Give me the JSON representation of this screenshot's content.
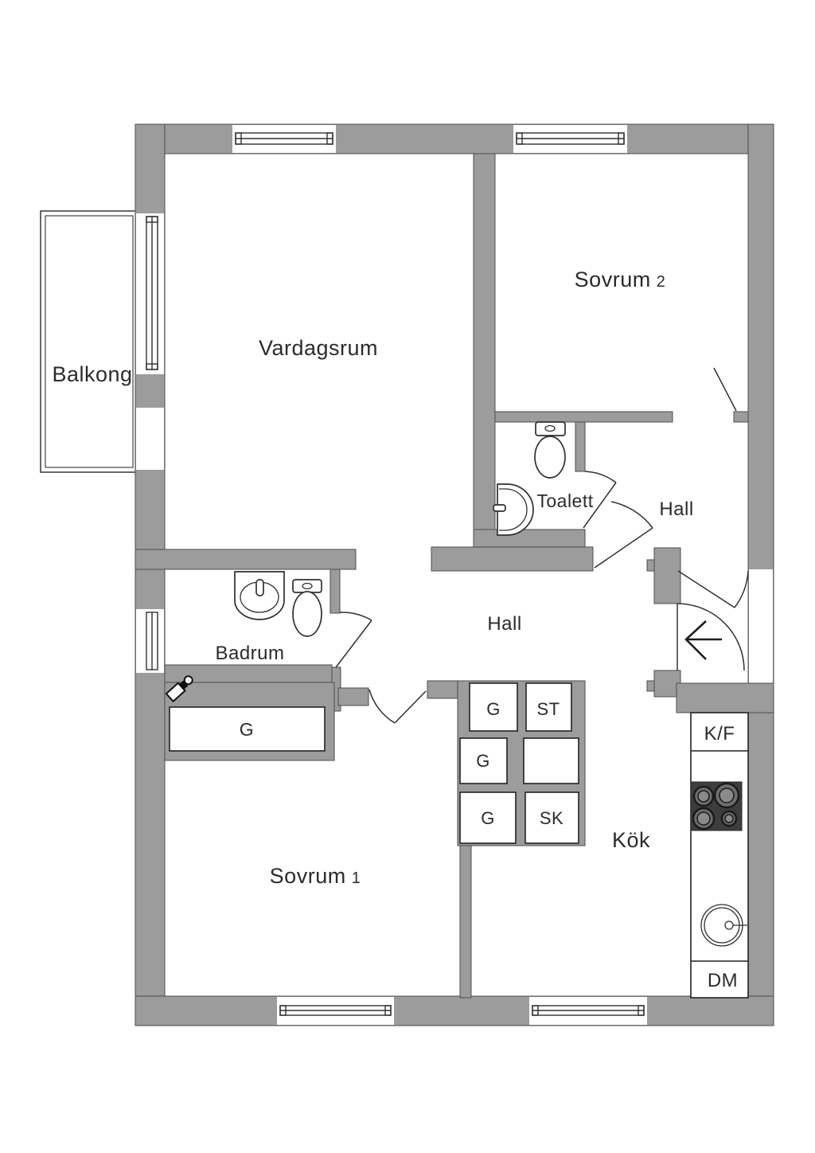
{
  "plan": {
    "rooms": {
      "balcony": "Balkong",
      "living_room": "Vardagsrum",
      "bedroom2": {
        "name": "Sovrum",
        "number": "2"
      },
      "toilet_room": "Toalett",
      "hall_upper": "Hall",
      "hall_lower": "Hall",
      "bathroom": "Badrum",
      "bedroom1": {
        "name": "Sovrum",
        "number": "1"
      },
      "kitchen": "Kök"
    },
    "closets": {
      "hall_wardrobe_1": "G",
      "hall_linen_closet": "ST",
      "hall_wardrobe_2": "G",
      "hall_wardrobe_3": "G",
      "hall_cleaning_closet": "SK",
      "bathroom_wardrobe": "G"
    },
    "appliances": {
      "fridge_freezer": "K/F",
      "dishwasher": "DM"
    },
    "colors": {
      "wall_fill": "#9c9c9c",
      "wall_outline": "#4d4d4d",
      "line": "#303030",
      "stove_fill": "#3d3d3d",
      "background": "#ffffff"
    }
  }
}
